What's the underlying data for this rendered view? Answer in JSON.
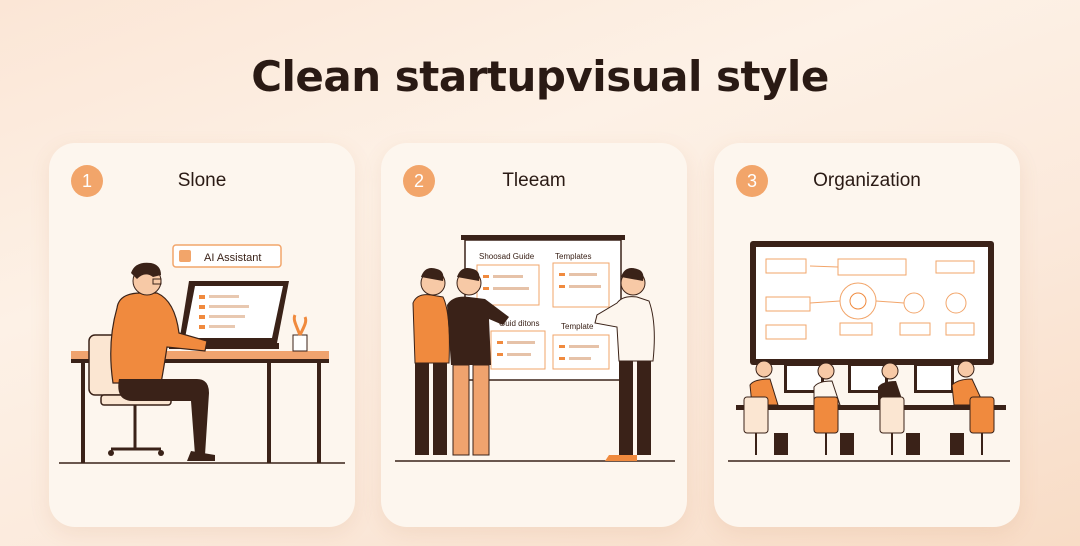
{
  "title": "Clean startupvisual style",
  "cards": [
    {
      "number": "1",
      "label": "Slone",
      "badge": "AI Assistant"
    },
    {
      "number": "2",
      "label": "Tleeam",
      "board": {
        "top_left": "Shoosad Guide",
        "top_right": "Templates",
        "bottom_left": "Guid ditons",
        "bottom_right": "Template"
      }
    },
    {
      "number": "3",
      "label": "Organization"
    }
  ],
  "colors": {
    "accent": "#f2a56a",
    "dark": "#3a2218",
    "orange": "#f08a3e",
    "background": "#fdf6ee"
  }
}
